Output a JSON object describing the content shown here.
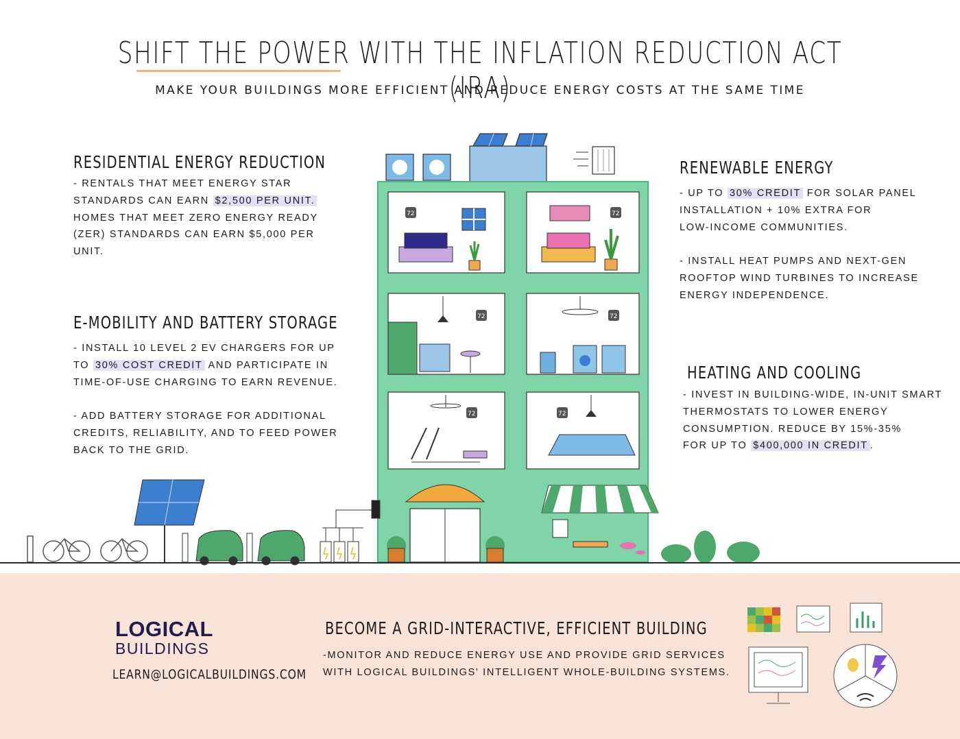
{
  "header": {
    "title": "SHIFT THE POWER WITH THE INFLATION REDUCTION ACT (IRA)",
    "subtitle": "MAKE YOUR BUILDINGS MORE EFFICIENT AND REDUCE ENERGY COSTS AT THE SAME TIME"
  },
  "residential": {
    "title": "RESIDENTIAL ENERGY REDUCTION",
    "line1": "- rentals that meet Energy Star",
    "line2a": "standards can earn ",
    "line2b": "$2,500 per unit.",
    "line3": "Homes that meet Zero Energy Ready",
    "line4": "(ZER) standards can earn $5,000 per unit."
  },
  "emobility": {
    "title": "E-MOBILITY AND BATTERY STORAGE",
    "line1": "- install 10 level 2 EV chargers for up",
    "line2a": "to ",
    "line2b": "30% cost credit",
    "line2c": " and participate in",
    "line3": "time-of-use charging to earn revenue.",
    "line4": "- add battery storage for additional",
    "line5": "credits, reliability, and to feed power",
    "line6": "back to the grid."
  },
  "renewable": {
    "title": "RENEWABLE ENERGY",
    "line1a": "- up to ",
    "line1b": "30% credit",
    "line1c": " for solar panel",
    "line2": "installation + 10% extra for",
    "line3": "low-income communities.",
    "line4": "- install heat pumps and next-gen",
    "line5": "rooftop wind turbines to increase",
    "line6": "energy independence."
  },
  "heating": {
    "title": "HEATING AND COOLING",
    "line1": "- invest in building-wide, in-unit smart",
    "line2": "thermostats to lower energy",
    "line3": "consumption. Reduce by 15%-35%",
    "line4a": "for up to ",
    "line4b": "$400,000 in credit",
    "line4c": "."
  },
  "footer": {
    "logo_line1": "LOGICAL",
    "logo_line2": "BUILDINGS",
    "email": "LEARN@LOGICALBUILDINGS.COM",
    "cta_title": "BECOME A GRID-INTERACTIVE, EFFICIENT BUILDING",
    "cta_line1": "-monitor and reduce energy use and provide grid services",
    "cta_line2": "with Logical Buildings' intelligent whole-building systems."
  },
  "thermostat_label": "72",
  "colors": {
    "building": "#7fd4a8",
    "highlight": "#e3dff4",
    "footer_bg": "#f8e3d6",
    "accent_orange": "#f3b27a",
    "logo": "#231a4e",
    "solar_blue": "#3c7fd0"
  }
}
